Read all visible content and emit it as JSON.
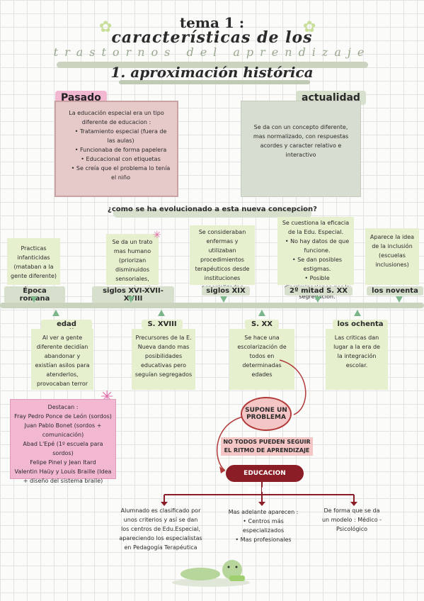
{
  "header": {
    "line1": "tema 1 :",
    "line2": "características de los",
    "line3": "trastornos del aprendizaje",
    "section": "1. aproximación histórica"
  },
  "pasado": {
    "label": "Pasado",
    "intro": "La educación especial era un tipo diferente de educacion :",
    "items": [
      "Tratamiento especial (fuera de las aulas)",
      "Funcionaba de forma papelera",
      "Educacional con etiquetas",
      "Se creía que el problema lo tenía el niño"
    ]
  },
  "actualidad": {
    "label": "actualidad",
    "text": "Se da con un concepto diferente, mas normalizado, con respuestas acordes y caracter relativo e interactivo"
  },
  "question": "¿como se ha evolucionado a esta nueva concepcion?",
  "top_boxes": [
    {
      "text": "Practicas infanticidas (mataban a la gente diferente)",
      "label": "Época romana"
    },
    {
      "text": "Se da un trato mas humano (priorizan disminuidos sensoriales, como ciegos)",
      "label": "siglos XVI-XVII-XVIII"
    },
    {
      "text": "Se consideraban enfermas y utilizaban procedimientos terapéuticos desde instituciones especializadas",
      "label": "siglos XIX"
    },
    {
      "text": "Se cuestiona la eficacia de la Edu. Especial.",
      "bullets": [
        "No hay datos de que funcione.",
        "Se dan posibles estigmas.",
        "Posible discriminaciones por la segregación."
      ],
      "label": "2º mitad S. XX"
    },
    {
      "text": "Aparece la idea de la inclusión (escuelas inclusiones)",
      "label": "los noventa"
    }
  ],
  "bottom_boxes": [
    {
      "label": "edad media",
      "text": "Al ver a gente diferente decidían abandonar y existían asilos para atenderlos, provocaban terror"
    },
    {
      "label": "S. XVIII",
      "text": "Precursores de la E. Nueva dando mas posibilidades educativas pero seguían segregados"
    },
    {
      "label": "S. XX",
      "text": "Se hace una escolarización de todos en determinadas edades"
    },
    {
      "label": "los ochenta",
      "text": "Las criticas dan lugar a la era de la integración escolar."
    }
  ],
  "destacan": {
    "title": "Destacan :",
    "lines": [
      "Fray Pedro Ponce de León (sordos)",
      "Juan Pablo Bonet (sordos + comunicación)",
      "Abad L'Epé (1º escuela para sordos)",
      "Felipe Pinel y Jean Itard",
      "Valentin Haüy y Louis Braille (Idea + diseño del sistema braile)"
    ]
  },
  "supone": "SUPONE UN PROBLEMA",
  "no_todos": "NO TODOS PUEDEN SEGUIR EL RITMO DE APRENDIZAJE",
  "educacion_especial": "EDUCACION ESPECIAL",
  "final": {
    "left": "Alumnado es clasificado por unos criterios y así se dan los centros de Edu.Especial, apareciendo los especialistas en Pedagogía Terapéutica",
    "mid_title": "Mas adelante aparecen :",
    "mid_items": [
      "Centros más especializados",
      "Mas profesionales"
    ],
    "right": "De forma que se da un modelo : Médico - Psicológico"
  },
  "colors": {
    "red": "#b03a3a",
    "dark_red": "#8b1d26",
    "pink": "#f2b8d1",
    "green_box": "#e6f0cf",
    "sage": "#c9d3bd",
    "grey_green": "#d7dfcd"
  }
}
